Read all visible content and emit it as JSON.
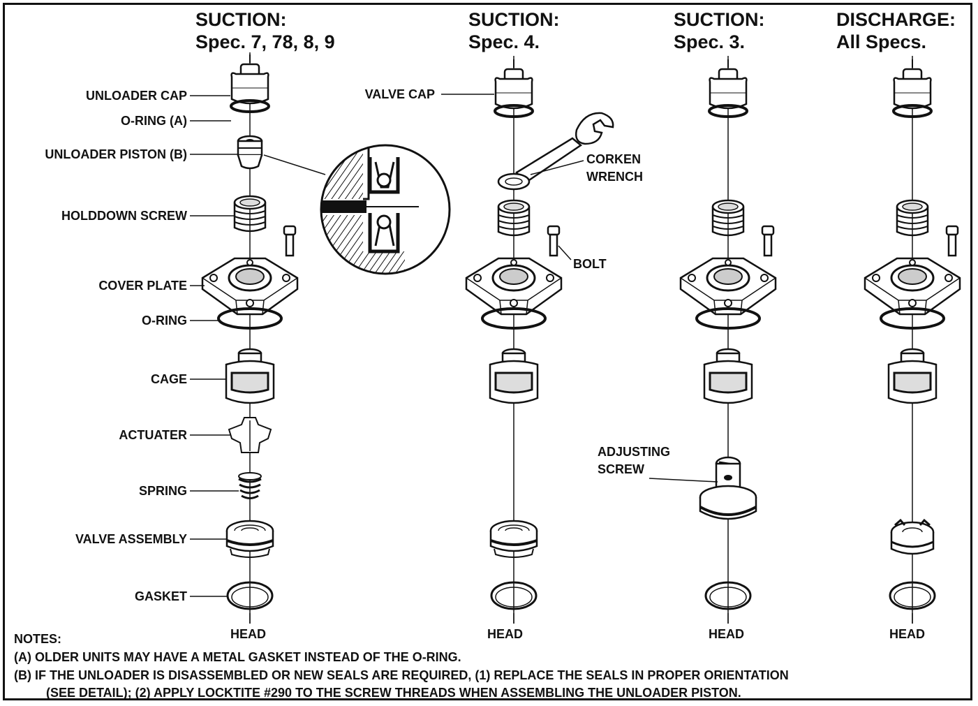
{
  "headers": {
    "col1": {
      "title": "SUCTION:",
      "spec": "Spec. 7, 78, 8, 9"
    },
    "col2": {
      "title": "SUCTION:",
      "spec": "Spec. 4."
    },
    "col3": {
      "title": "SUCTION:",
      "spec": "Spec. 3."
    },
    "col4": {
      "title": "DISCHARGE:",
      "spec": "All Specs."
    }
  },
  "labels": {
    "unloader_cap": "UNLOADER CAP",
    "o_ring_a": "O-RING (A)",
    "unloader_piston": "UNLOADER PISTON (B)",
    "holddown_screw": "HOLDDOWN SCREW",
    "cover_plate": "COVER PLATE",
    "o_ring": "O-RING",
    "cage": "CAGE",
    "actuater": "ACTUATER",
    "spring": "SPRING",
    "valve_assembly": "VALVE ASSEMBLY",
    "gasket": "GASKET",
    "valve_cap": "VALVE CAP",
    "corken_wrench_1": "CORKEN",
    "corken_wrench_2": "WRENCH",
    "bolt": "BOLT",
    "adjusting_screw_1": "ADJUSTING",
    "adjusting_screw_2": "SCREW",
    "head": "HEAD"
  },
  "notes": {
    "title": "NOTES:",
    "a": "(A)  OLDER UNITS MAY HAVE A METAL GASKET INSTEAD OF THE O-RING.",
    "b1": "(B)  IF THE UNLOADER IS DISASSEMBLED OR NEW SEALS ARE REQUIRED, (1) REPLACE THE SEALS IN PROPER ORIENTATION",
    "b2": "(SEE DETAIL); (2) APPLY LOCKTITE #290 TO THE SCREW THREADS WHEN ASSEMBLING THE UNLOADER PISTON."
  }
}
